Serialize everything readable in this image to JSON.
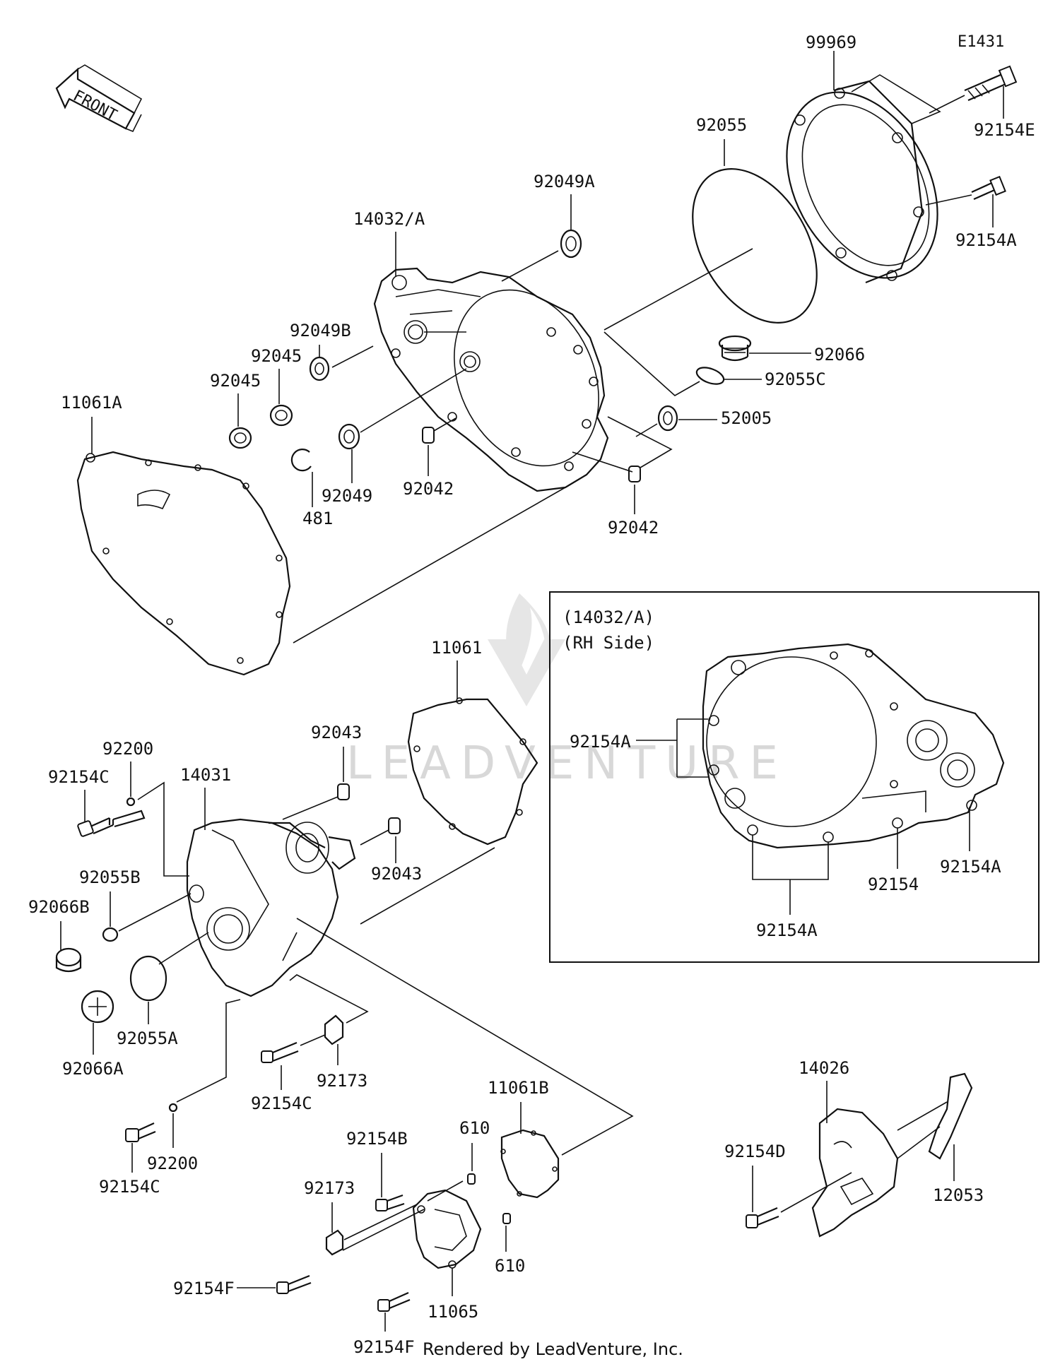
{
  "diagram": {
    "ref_code": "E1431",
    "front_arrow_label": "FRONT",
    "watermark": "LEADVENTURE",
    "footer": "Rendered by LeadVenture, Inc.",
    "inset": {
      "line1": "(14032/A)",
      "line2": "(RH Side)"
    },
    "labels": {
      "p99969": "99969",
      "p92154E": "92154E",
      "p92055": "92055",
      "p92154A_top": "92154A",
      "p92049A": "92049A",
      "p14032A": "14032/A",
      "p92049B": "92049B",
      "p92045a": "92045",
      "p92045b": "92045",
      "p92066": "92066",
      "p92055C": "92055C",
      "p52005": "52005",
      "p11061A": "11061A",
      "p481": "481",
      "p92049": "92049",
      "p92042a": "92042",
      "p92042b": "92042",
      "p11061": "11061",
      "p92200a": "92200",
      "p92043a": "92043",
      "p92154C_a": "92154C",
      "p14031": "14031",
      "p92043b": "92043",
      "p92055B": "92055B",
      "p92066B": "92066B",
      "p92055A": "92055A",
      "p92066A": "92066A",
      "p92173a": "92173",
      "p92154C_b": "92154C",
      "p11061B": "11061B",
      "p92200b": "92200",
      "p92154C_c": "92154C",
      "p610a": "610",
      "p92154B": "92154B",
      "p92173b": "92173",
      "p610b": "610",
      "p92154F_a": "92154F",
      "p11065": "11065",
      "p92154F_b": "92154F",
      "p14026": "14026",
      "p92154D": "92154D",
      "p12053": "12053",
      "in_92154A_a": "92154A",
      "in_92154": "92154",
      "in_92154A_b": "92154A",
      "in_92154A_c": "92154A"
    }
  }
}
